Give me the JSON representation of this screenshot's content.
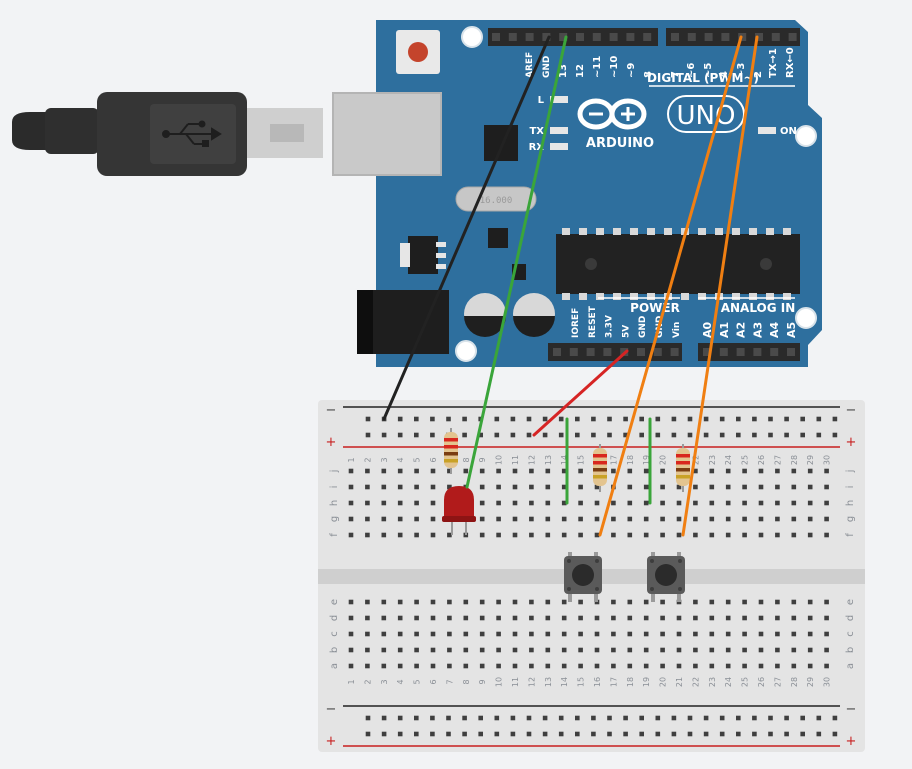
{
  "arduino": {
    "aref": "AREF",
    "gnd": "GND",
    "digital_header_labels": [
      "13",
      "12",
      "~11",
      "~10",
      "~9",
      "8",
      "7",
      "~6",
      "~5",
      "4",
      "~3",
      "2",
      "TX→1",
      "RX←0"
    ],
    "digital_title": "DIGITAL (PWM~)",
    "led_l": "L",
    "tx": "TX",
    "rx": "RX",
    "logo_text": "ARDUINO",
    "uno_text": "UNO",
    "on_label": "ON",
    "power_title": "POWER",
    "analog_title": "ANALOG IN",
    "power_pins": [
      "IOREF",
      "RESET",
      "3.3V",
      "5V",
      "GND",
      "GND",
      "Vin"
    ],
    "analog_pins": [
      "A0",
      "A1",
      "A2",
      "A3",
      "A4",
      "A5"
    ],
    "crystal_text": "16.000"
  },
  "breadboard": {
    "minus": "−",
    "plus": "+",
    "row_letters_top": [
      "j",
      "i",
      "h",
      "g",
      "f"
    ],
    "row_letters_bottom": [
      "e",
      "d",
      "c",
      "b",
      "a"
    ],
    "column_count": 30
  },
  "colors": {
    "board": "#2e6f9e",
    "wire_black": "#222222",
    "wire_green": "#3aa53a",
    "wire_red": "#d62424",
    "wire_orange": "#f07f12",
    "led": "#b11b1b",
    "usb_cable": "#333333"
  },
  "icons": {
    "usb": "usb-trident-icon"
  }
}
